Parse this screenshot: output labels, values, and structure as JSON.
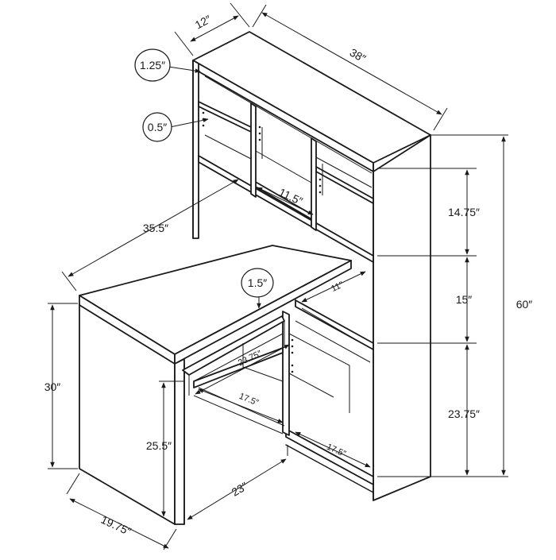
{
  "dimensions": {
    "depth_top": "12″",
    "width_top": "38″",
    "panel_thickness": "1.25″",
    "shelf_thickness": "0.5″",
    "cubby_width": "11.5″",
    "desk_length": "35.5″",
    "desktop_thickness": "1.5″",
    "shelf_depth_mid": "11″",
    "upper_gap": "14.75″",
    "middle_gap": "15″",
    "lower_gap": "23.75″",
    "overall_height": "60″",
    "desk_height": "30″",
    "kneespace_height": "25.5″",
    "tray_width_inner": "23.75″",
    "tray_depth": "17.5″",
    "lower_shelf_depth": "17.5″",
    "desk_width_base": "23″",
    "desk_depth": "19.75″"
  }
}
